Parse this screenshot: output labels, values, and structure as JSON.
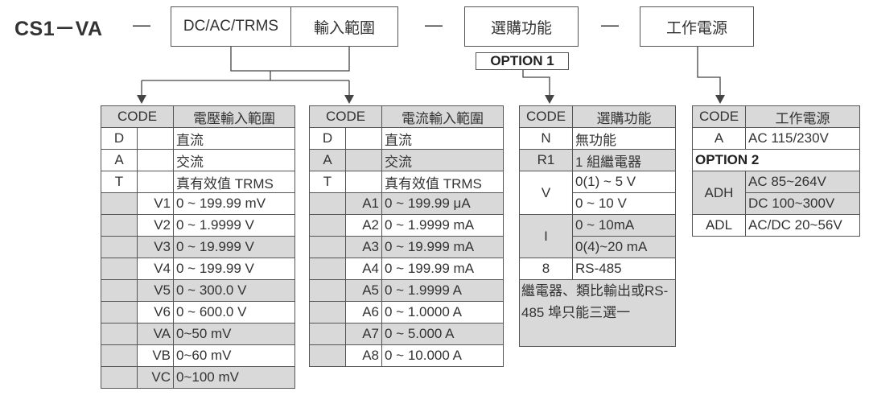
{
  "header": {
    "model": "CS1－VA",
    "dash": "—",
    "box_type": "DC/AC/TRMS",
    "box_range": "輸入範圍",
    "box_option": "選購功能",
    "box_power": "工作電源",
    "option1_tag": "OPTION 1"
  },
  "voltage_table": {
    "head_code": "CODE",
    "head_title": "電壓輸入範圍",
    "types": [
      {
        "code": "D",
        "label": "直流"
      },
      {
        "code": "A",
        "label": "交流"
      },
      {
        "code": "T",
        "label": "真有效值 TRMS"
      }
    ],
    "ranges": [
      {
        "code": "V1",
        "range": "0 ~ 199.99 mV"
      },
      {
        "code": "V2",
        "range": "0 ~ 1.9999 V"
      },
      {
        "code": "V3",
        "range": "0 ~ 19.999 V"
      },
      {
        "code": "V4",
        "range": "0 ~ 199.99 V"
      },
      {
        "code": "V5",
        "range": "0 ~ 300.0 V"
      },
      {
        "code": "V6",
        "range": "0 ~ 600.0 V"
      },
      {
        "code": "VA",
        "range": "0~50 mV"
      },
      {
        "code": "VB",
        "range": "0~60 mV"
      },
      {
        "code": "VC",
        "range": "0~100 mV"
      }
    ]
  },
  "current_table": {
    "head_code": "CODE",
    "head_title": "電流輸入範圍",
    "types": [
      {
        "code": "D",
        "label": "直流"
      },
      {
        "code": "A",
        "label": "交流"
      },
      {
        "code": "T",
        "label": "真有效值 TRMS"
      }
    ],
    "ranges": [
      {
        "code": "A1",
        "range": "0 ~ 199.99 μA"
      },
      {
        "code": "A2",
        "range": "0 ~ 1.9999 mA"
      },
      {
        "code": "A3",
        "range": "0 ~ 19.999 mA"
      },
      {
        "code": "A4",
        "range": "0 ~ 199.99 mA"
      },
      {
        "code": "A5",
        "range": "0 ~ 1.9999 A"
      },
      {
        "code": "A6",
        "range": "0 ~ 1.0000 A"
      },
      {
        "code": "A7",
        "range": "0 ~ 5.000 A"
      },
      {
        "code": "A8",
        "range": "0 ~ 10.000 A"
      }
    ]
  },
  "option_table": {
    "head_code": "CODE",
    "head_title": "選購功能",
    "rows": [
      {
        "code": "N",
        "desc": "無功能"
      },
      {
        "code": "R1",
        "desc": "1 組繼電器"
      },
      {
        "code": "V",
        "desc1": "0(1) ~ 5 V",
        "desc2": "0 ~ 10 V"
      },
      {
        "code": "I",
        "desc1": "0 ~ 10mA",
        "desc2": "0(4)~20 mA"
      },
      {
        "code": "8",
        "desc": "RS-485"
      }
    ],
    "note": "繼電器、類比輸出或RS-485 埠只能三選一"
  },
  "power_table": {
    "head_code": "CODE",
    "head_title": "工作電源",
    "row_a": {
      "code": "A",
      "desc": "AC 115/230V"
    },
    "option2_tag": "OPTION 2",
    "row_adh": {
      "code": "ADH",
      "desc1": "AC 85~264V",
      "desc2": "DC 100~300V"
    },
    "row_adl": {
      "code": "ADL",
      "desc": "AC/DC 20~56V"
    }
  }
}
